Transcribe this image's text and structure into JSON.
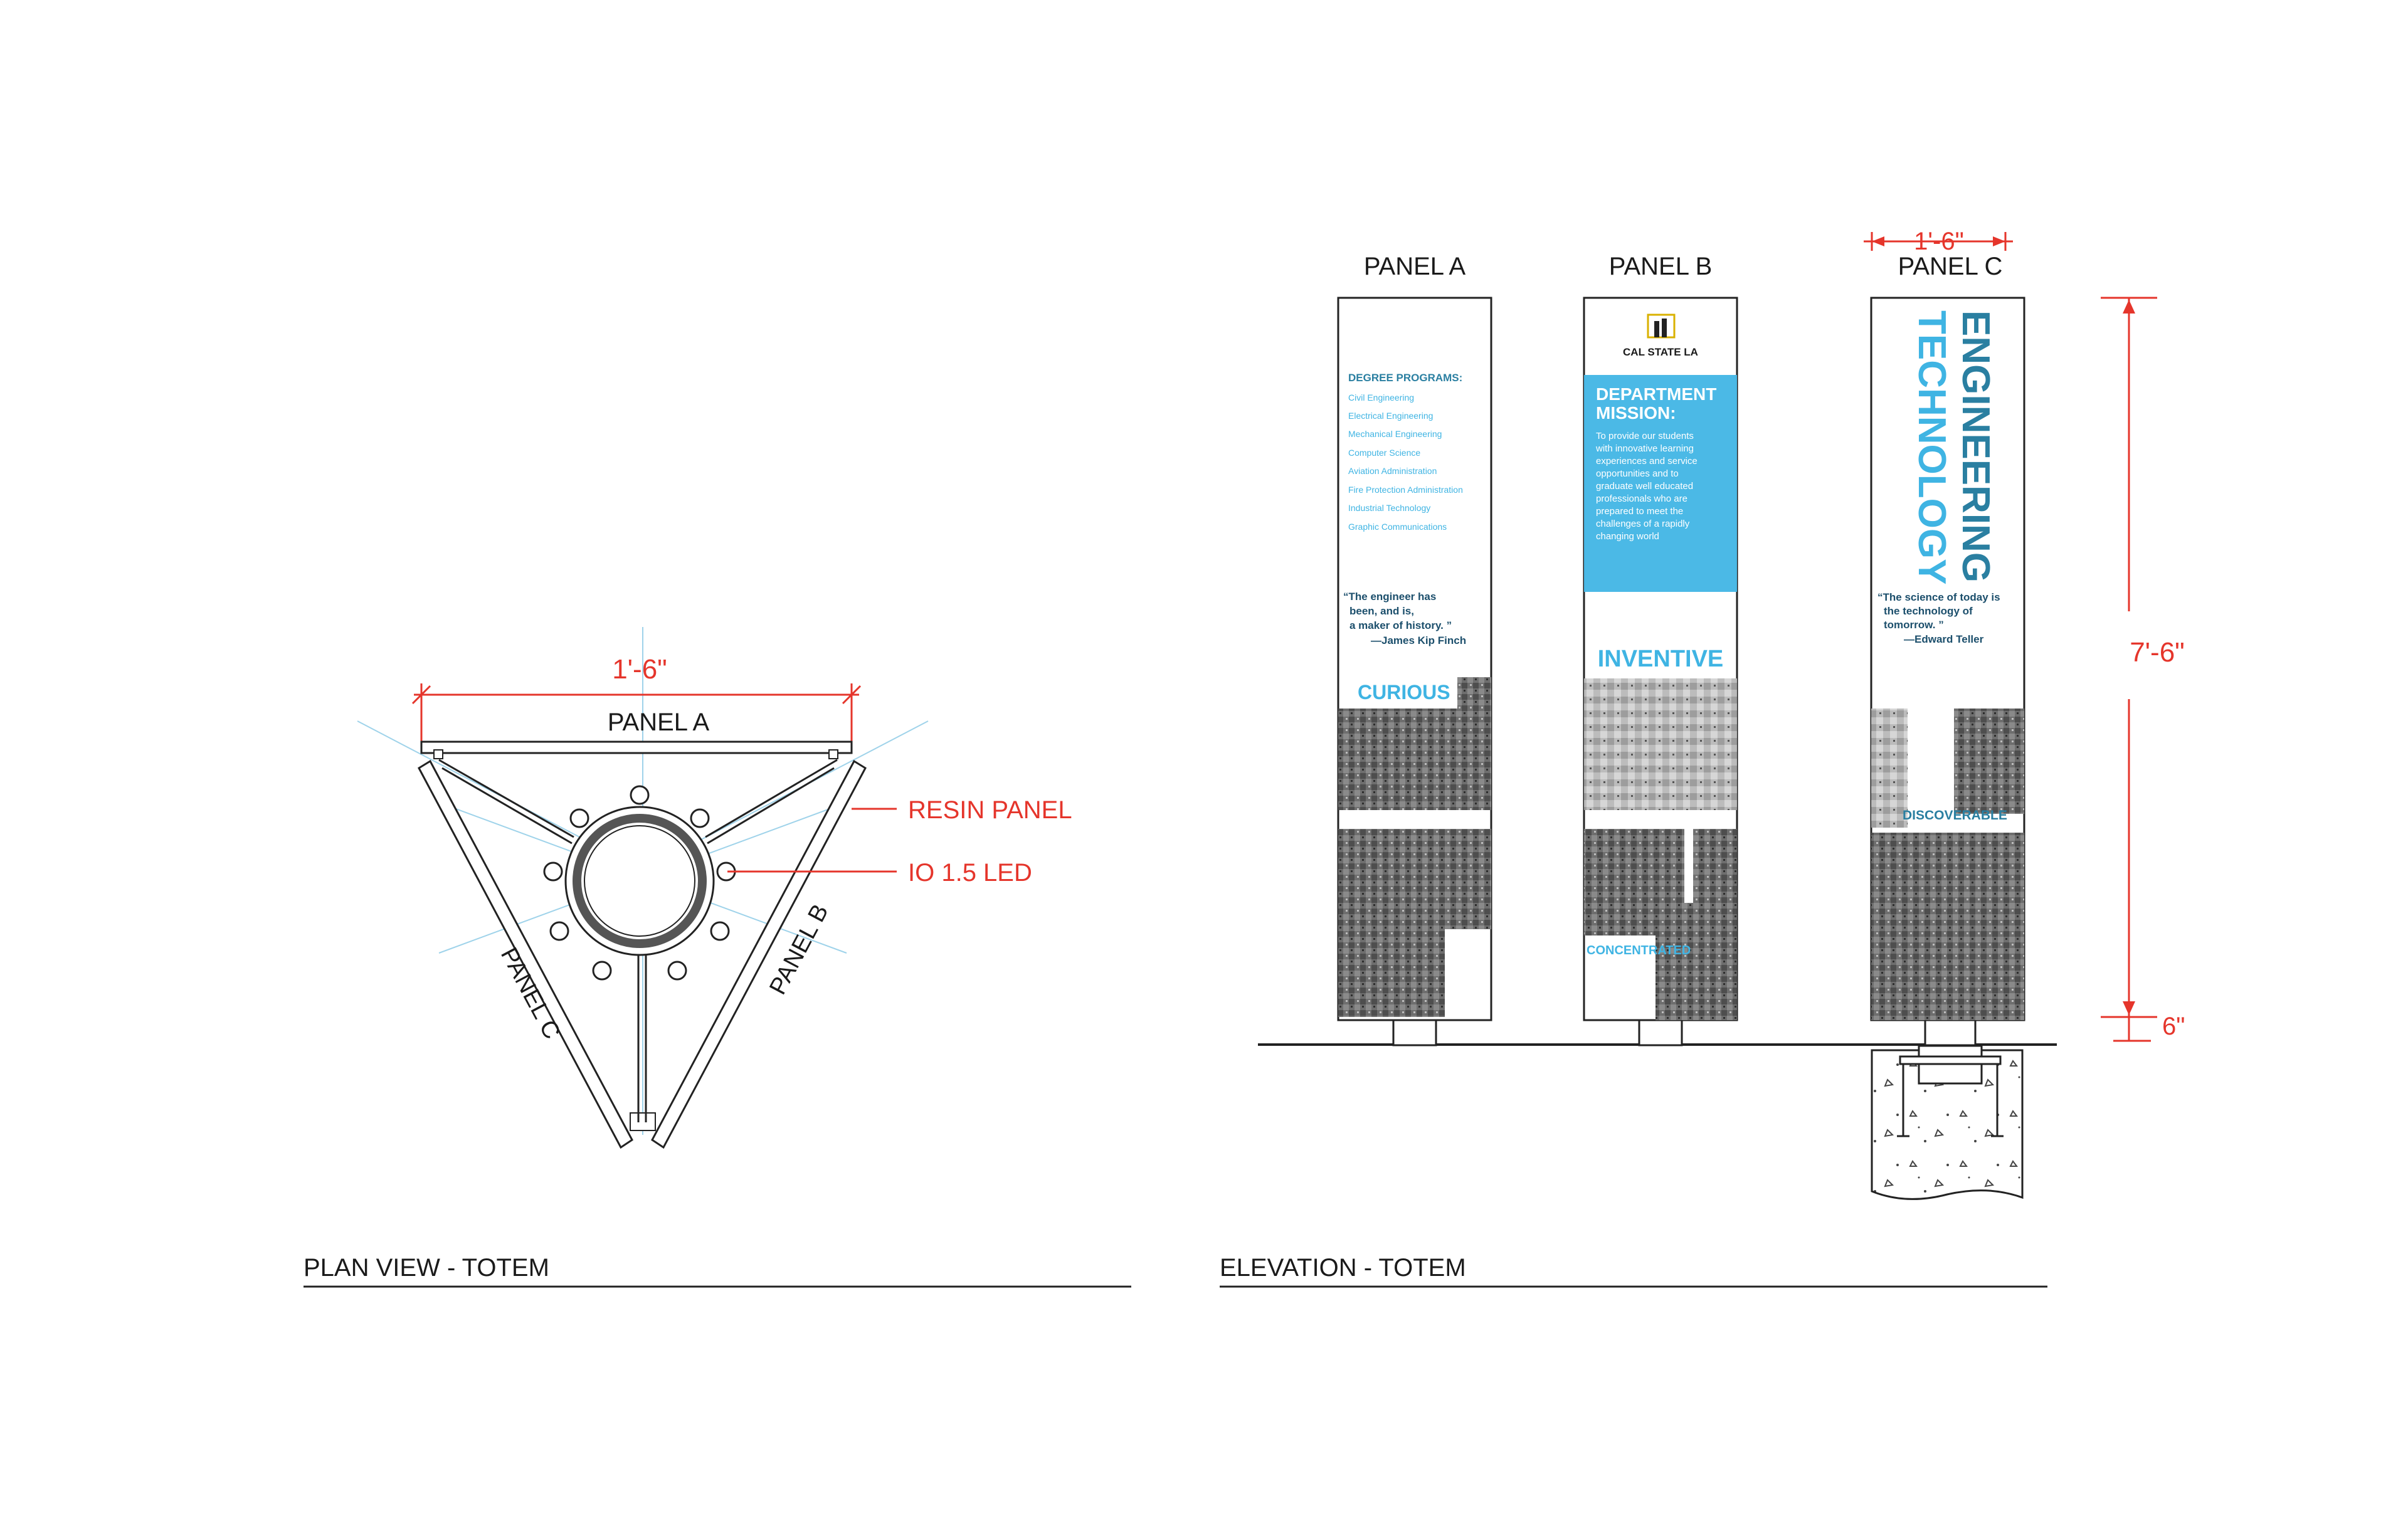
{
  "plan_view": {
    "title": "PLAN VIEW -  TOTEM",
    "dimension": "1'-6\"",
    "panel_a": "PANEL A",
    "panel_b": "PANEL B",
    "panel_c": "PANEL C",
    "callout_resin": "RESIN PANEL",
    "callout_led": "IO 1.5 LED"
  },
  "elevation": {
    "title": "ELEVATION - TOTEM",
    "panel_a_label": "PANEL A",
    "panel_b_label": "PANEL B",
    "panel_c_label": "PANEL C",
    "width_dim": "1'-6\"",
    "height_dim": "7'-6\"",
    "base_dim": "6\""
  },
  "panel_a": {
    "programs_heading": "DEGREE PROGRAMS:",
    "programs": [
      "Civil Engineering",
      "Electrical Engineering",
      "Mechanical Engineering",
      "Computer Science",
      "Aviation Administration",
      "Fire Protection Administration",
      "Industrial Technology",
      "Graphic Communications"
    ],
    "quote_lines": [
      "“The engineer has",
      "been, and is,",
      "a maker of history. ”"
    ],
    "quote_author": "—James Kip Finch",
    "word": "CURIOUS"
  },
  "panel_b": {
    "logo_text": "CAL STATE LA",
    "mission_heading_lines": [
      "DEPARTMENT",
      "MISSION:"
    ],
    "mission_lines": [
      "To provide our students",
      "with innovative learning",
      "experiences and service",
      "opportunities and to",
      "graduate well educated",
      "professionals who are",
      "prepared to meet the",
      "challenges of a rapidly",
      "changing world"
    ],
    "word_inventive": "INVENTIVE",
    "word_concentrated": "CONCENTRATED"
  },
  "panel_c": {
    "title_line1": "ENGINEERING",
    "title_line2": "TECHNOLOGY",
    "quote_lines": [
      "“The science of today is",
      "the technology of",
      "tomorrow. ”"
    ],
    "quote_author": "—Edward Teller",
    "word": "DISCOVERABLE"
  },
  "colors": {
    "accent_blue": "#3fb4e3",
    "accent_teal": "#2a7fa1",
    "dimension_red": "#e5352b"
  }
}
